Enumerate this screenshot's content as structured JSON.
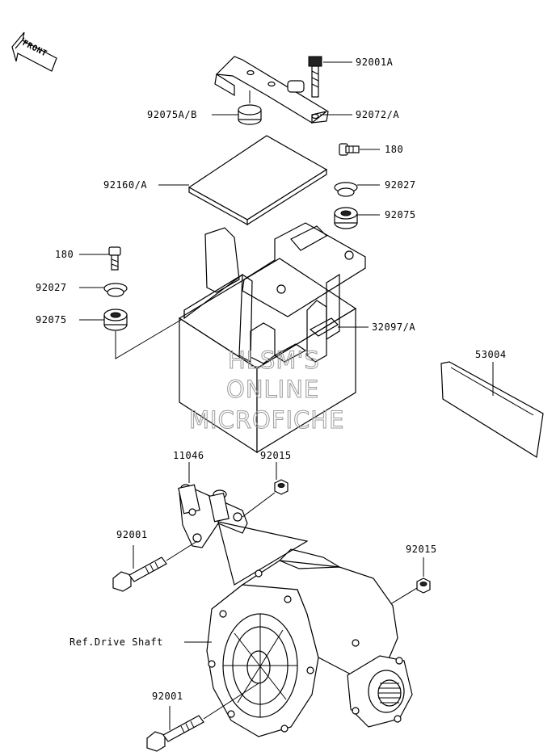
{
  "front_arrow": {
    "label": "FRONT"
  },
  "callouts": {
    "p92001A": "92001A",
    "p92075AB": "92075A/B",
    "p92072A": "92072/A",
    "p180_r": "180",
    "p92160A": "92160/A",
    "p92027_r": "92027",
    "p92075_r": "92075",
    "p180_l": "180",
    "p92027_l": "92027",
    "p92075_l": "92075",
    "p32097A": "32097/A",
    "p53004": "53004",
    "p11046": "11046",
    "p92015_t": "92015",
    "p92001_t": "92001",
    "p92015_r": "92015",
    "ref_drive_shaft": "Ref.Drive Shaft",
    "p92001_b": "92001"
  },
  "watermark": {
    "line1": "HLSM'S",
    "line2": "ONLINE",
    "line3": "MICROFICHE"
  }
}
